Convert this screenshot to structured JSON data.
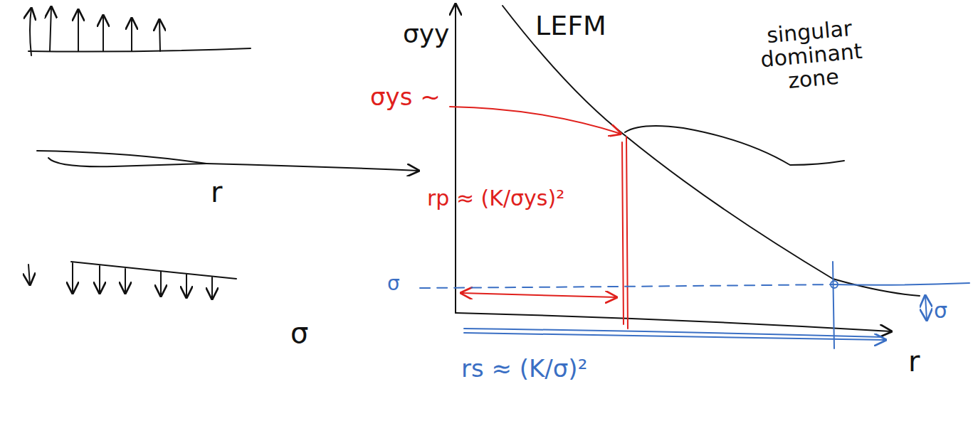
{
  "diagram": {
    "labels": [
      "σyy",
      "LEFM",
      "singular dominant zone",
      "σys ~",
      "rp ≈ (K/σys)²",
      "r",
      "σ",
      "σ",
      "σ",
      "rs ≈ (K/σ)²",
      "r"
    ]
  }
}
